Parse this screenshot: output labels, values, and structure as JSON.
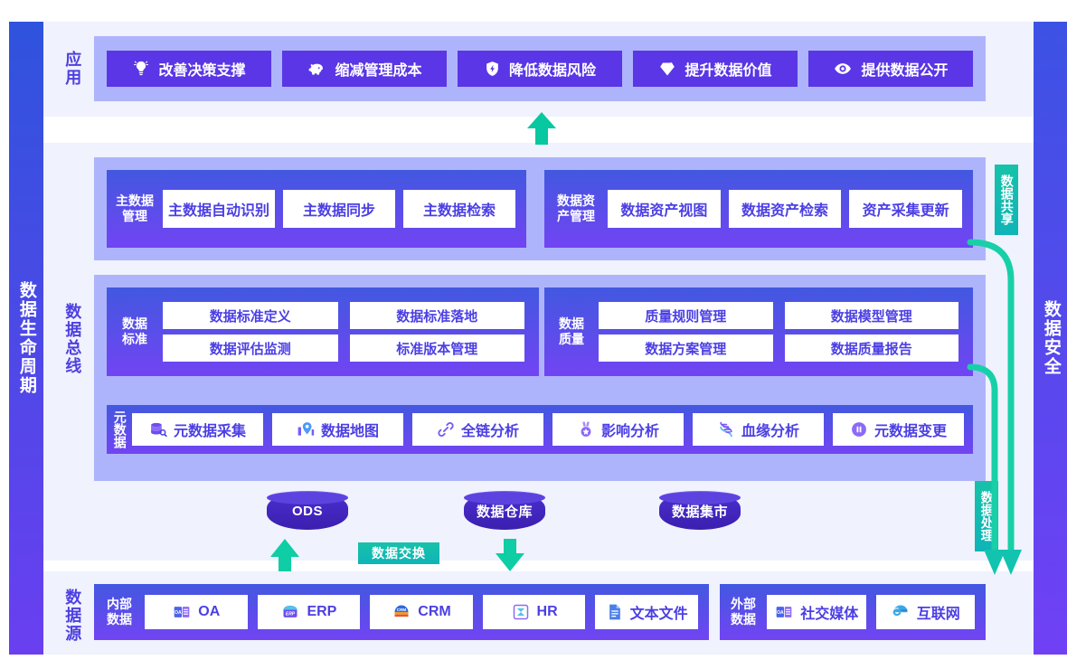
{
  "rails": {
    "left": {
      "label": "数据生命周期",
      "color": "#2f53dd"
    },
    "right": {
      "label": "数据安全",
      "color": "#7040f5"
    }
  },
  "tiers": [
    {
      "id": "application",
      "label": "应用"
    },
    {
      "id": "data-bus",
      "label": "数据总线"
    },
    {
      "id": "data-source",
      "label": "数据源"
    }
  ],
  "application": {
    "label": "应用",
    "items": [
      {
        "icon": "lightbulb-icon",
        "label": "改善决策支撑"
      },
      {
        "icon": "piggy-bank-icon",
        "label": "缩减管理成本"
      },
      {
        "icon": "shield-bolt-icon",
        "label": "降低数据风险"
      },
      {
        "icon": "diamond-icon",
        "label": "提升数据价值"
      },
      {
        "icon": "eye-icon",
        "label": "提供数据公开"
      }
    ]
  },
  "data_bus": {
    "label": "数据总线",
    "row1": [
      {
        "title": "主数据管理",
        "title_lines": "主数据\n管理",
        "items": [
          "主数据自动识别",
          "主数据同步",
          "主数据检索"
        ]
      },
      {
        "title": "数据资产管理",
        "title_lines": "数据资\n产管理",
        "items": [
          "数据资产视图",
          "数据资产检索",
          "资产采集更新"
        ]
      }
    ],
    "row2": [
      {
        "title": "数据标准",
        "title_lines": "数据\n标准",
        "rows": [
          [
            "数据标准定义",
            "数据标准落地"
          ],
          [
            "数据评估监测",
            "标准版本管理"
          ]
        ]
      },
      {
        "title": "数据质量",
        "title_lines": "数据\n质量",
        "rows": [
          [
            "质量规则管理",
            "数据模型管理"
          ],
          [
            "数据方案管理",
            "数据质量报告"
          ]
        ]
      }
    ],
    "row3": {
      "title": "元数据",
      "items": [
        {
          "icon": "database-search-icon",
          "label": "元数据采集"
        },
        {
          "icon": "map-pin-icon",
          "label": "数据地图"
        },
        {
          "icon": "link-chain-icon",
          "label": "全链分析"
        },
        {
          "icon": "medal-icon",
          "label": "影响分析"
        },
        {
          "icon": "dna-icon",
          "label": "血缘分析"
        },
        {
          "icon": "pause-circle-icon",
          "label": "元数据变更"
        }
      ]
    }
  },
  "storage": {
    "items": [
      {
        "icon": "cylinder-icon",
        "label": "ODS"
      },
      {
        "icon": "cylinder-icon",
        "label": "数据仓库"
      },
      {
        "icon": "cylinder-icon",
        "label": "数据集市"
      }
    ]
  },
  "exchange": {
    "label": "数据交换"
  },
  "data_source": {
    "label": "数据源",
    "groups": [
      {
        "title": "内部数据",
        "title_lines": "内部\n数据",
        "items": [
          {
            "icon": "oa-icon",
            "label": "OA"
          },
          {
            "icon": "erp-icon",
            "label": "ERP"
          },
          {
            "icon": "crm-icon",
            "label": "CRM"
          },
          {
            "icon": "hr-icon",
            "label": "HR"
          },
          {
            "icon": "text-file-icon",
            "label": "文本文件"
          }
        ]
      },
      {
        "title": "外部数据",
        "title_lines": "外部\n数据",
        "items": [
          {
            "icon": "social-media-icon",
            "label": "社交媒体"
          },
          {
            "icon": "internet-icon",
            "label": "互联网"
          }
        ]
      }
    ]
  },
  "flow_tags": [
    {
      "id": "data-sharing",
      "label": "数据共享"
    },
    {
      "id": "data-processing",
      "label": "数据处理"
    }
  ],
  "colors": {
    "brand_purple": "#5a36e6",
    "lavender": "#aeb4fb",
    "band": "#f0f2fd",
    "teal": "#10c9a4",
    "chip_text": "#4b3fe4"
  }
}
